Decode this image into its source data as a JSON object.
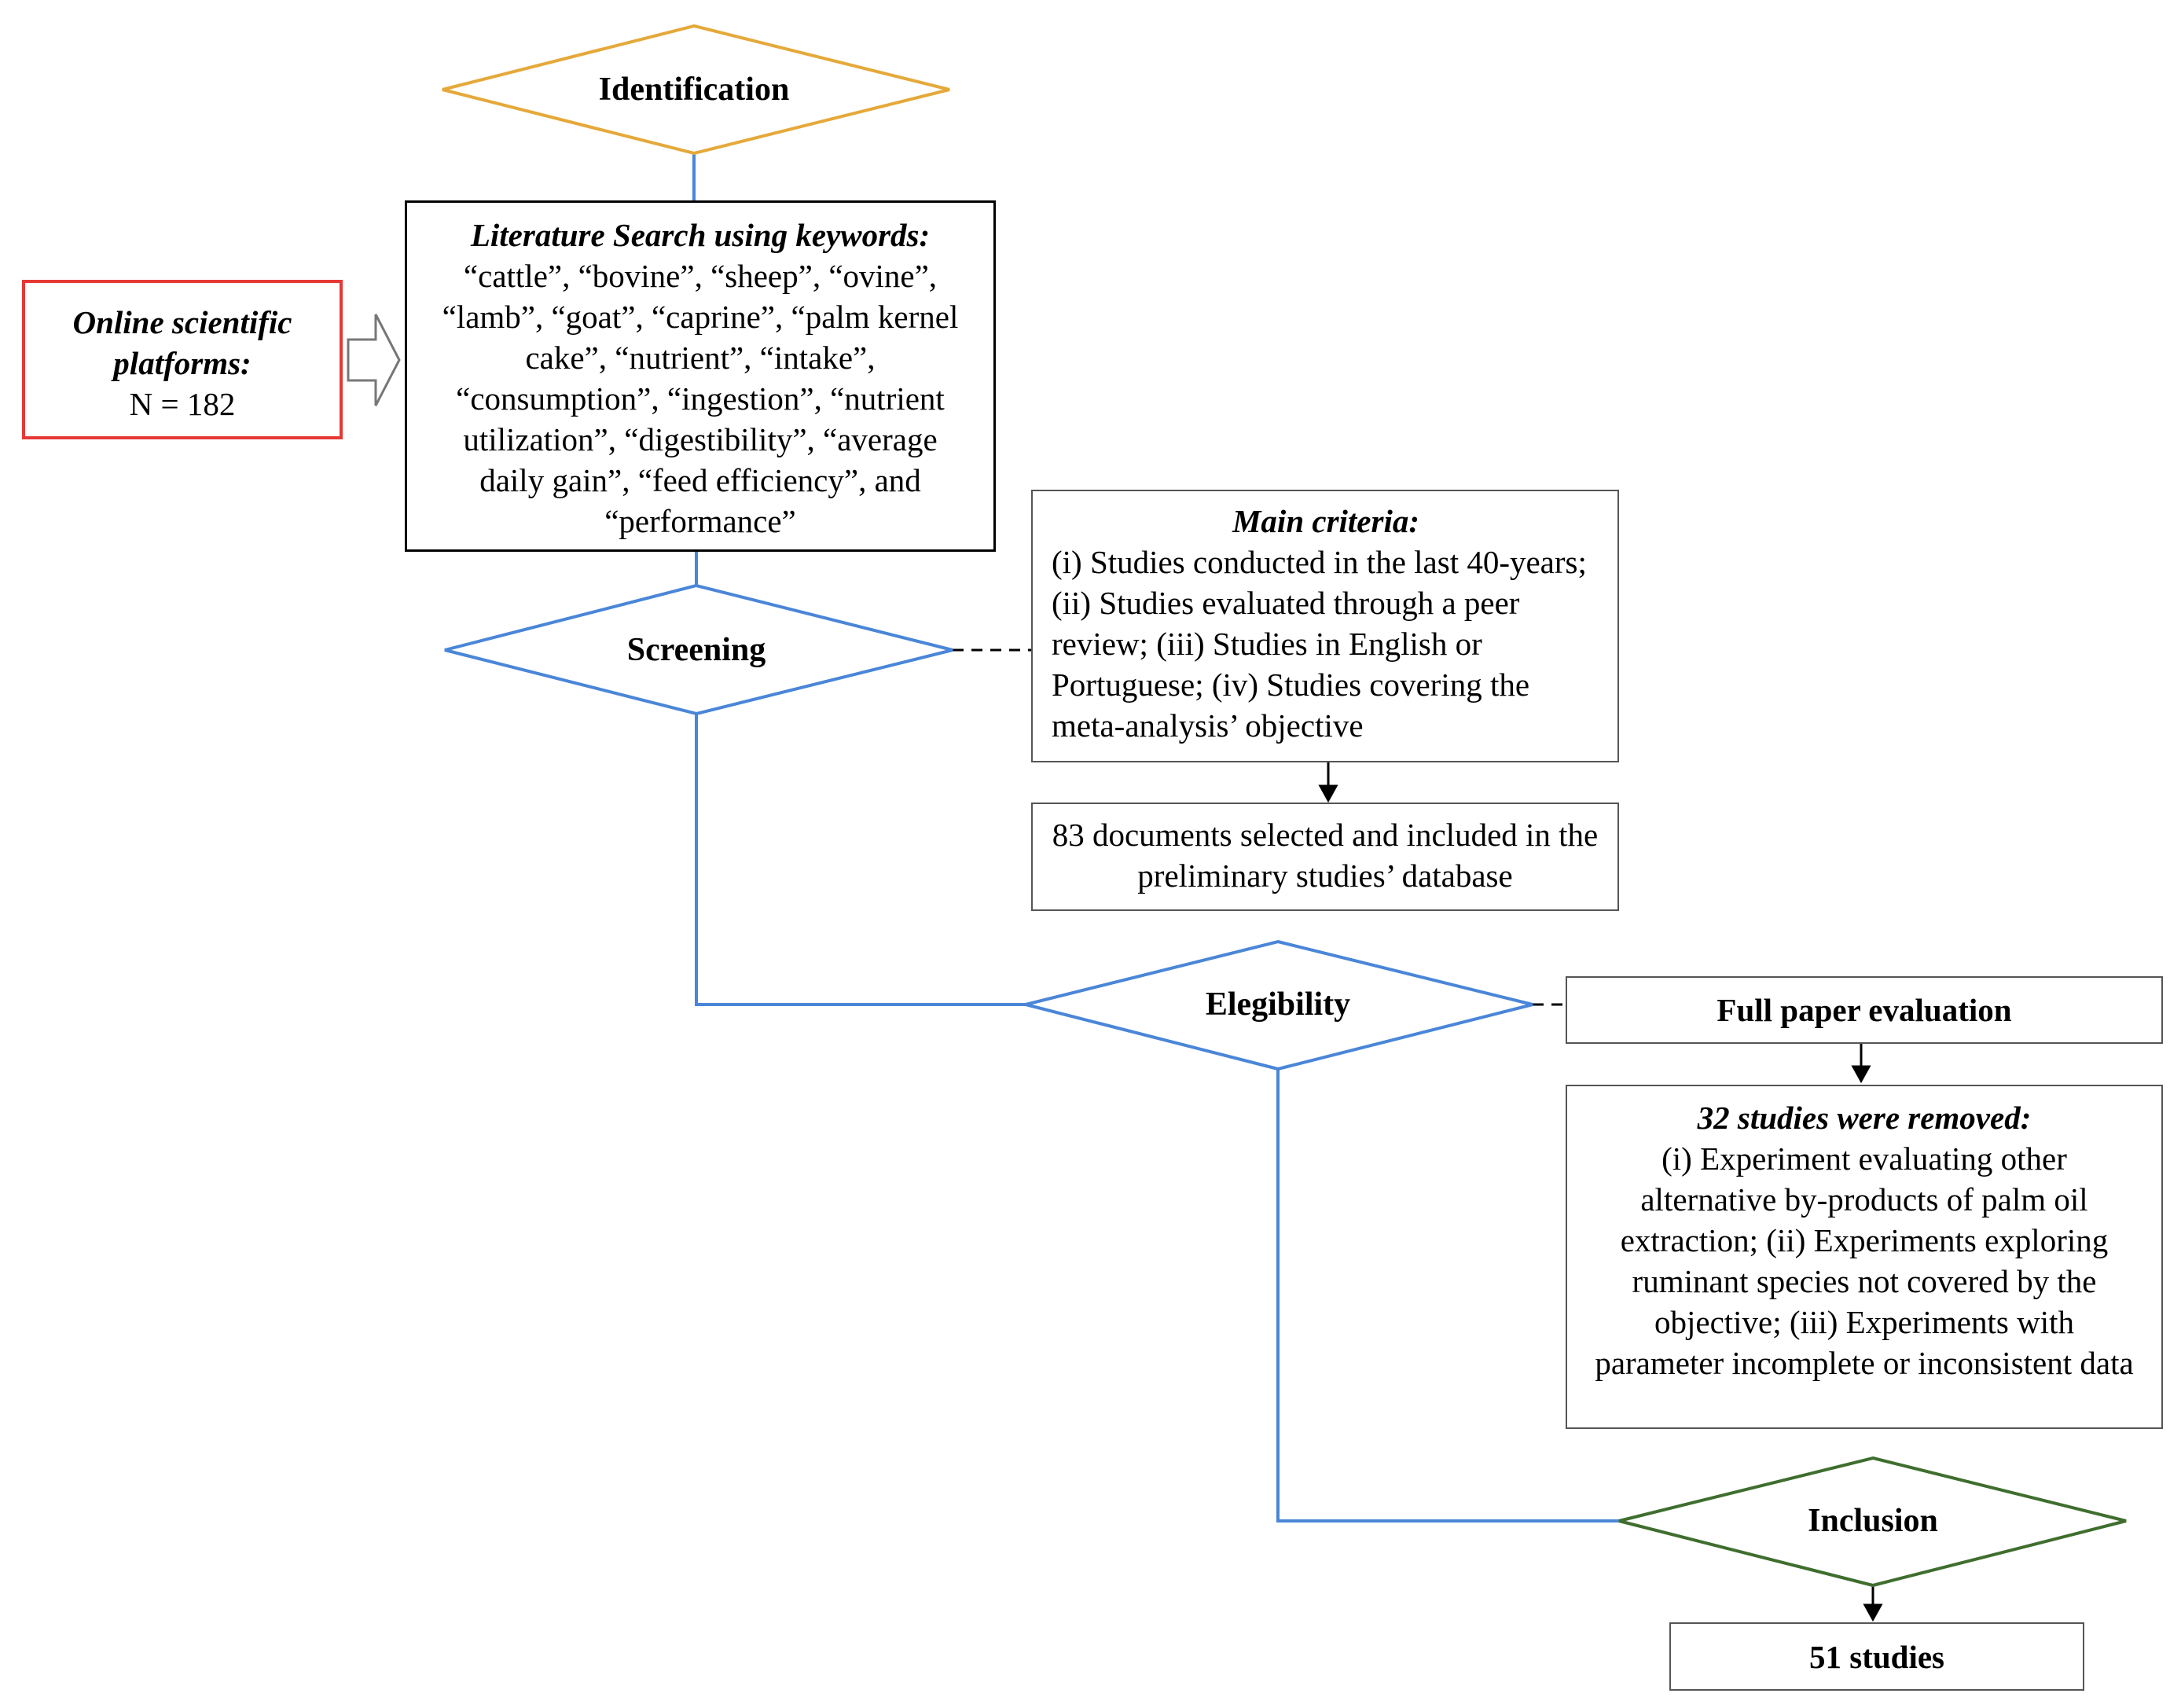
{
  "diagram": {
    "stages": {
      "identification": "Identification",
      "screening": "Screening",
      "elegibility": "Elegibility",
      "inclusion": "Inclusion"
    },
    "online_platforms": {
      "heading": "Online scientific platforms:",
      "count": "N = 182"
    },
    "literature_search": {
      "heading": "Literature Search using keywords:",
      "keywords": "“cattle”, “bovine”, “sheep”, “ovine”, “lamb”, “goat”, “caprine”, “palm kernel cake”, “nutrient”, “intake”, “consumption”, “ingestion”, “nutrient utilization”, “digestibility”, “average daily gain”, “feed efficiency”, and “performance”"
    },
    "main_criteria": {
      "heading": "Main criteria:",
      "text": "(i) Studies conducted in the last 40-years; (ii) Studies evaluated through a peer review; (iii) Studies in English or Portuguese; (iv) Studies covering the meta-analysis’ objective"
    },
    "preliminary": {
      "text": "83 documents selected and included in the preliminary studies’ database"
    },
    "full_paper": {
      "text": "Full paper evaluation"
    },
    "removed": {
      "heading": "32 studies were removed:",
      "text": "(i) Experiment evaluating other alternative by-products of palm oil extraction; (ii) Experiments exploring ruminant species not covered by the objective; (iii) Experiments with parameter incomplete or inconsistent data"
    },
    "final": {
      "text": "51 studies"
    },
    "colors": {
      "identification": "#E5A93A",
      "screening_elegibility": "#4A86D8",
      "inclusion": "#3F6E2E",
      "platform_box": "#E53935"
    }
  }
}
